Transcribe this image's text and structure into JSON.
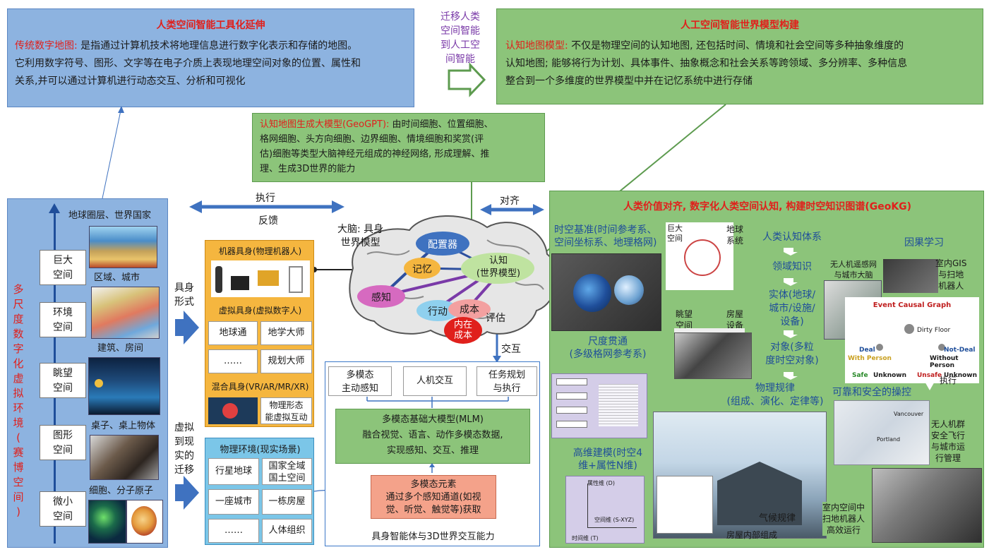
{
  "top_left": {
    "title": "人类空间智能工具化延伸",
    "term": "传统数字地图:",
    "line1": " 是指通过计算机技术将地理信息进行数字化表示和存储的地图。",
    "line2": "它利用数字符号、图形、文字等在电子介质上表现地理空间对象的位置、属性和",
    "line3": "关系,并可以通过计算机进行动态交互、分析和可视化"
  },
  "migration": {
    "line1": "迁移人类",
    "line2": "空间智能",
    "line3": "到人工空",
    "line4": "间智能"
  },
  "top_right": {
    "title": "人工空间智能世界模型构建",
    "term": "认知地图模型:",
    "line1": " 不仅是物理空间的认知地图, 还包括时间、情境和社会空间等多种抽象维度的",
    "line2": "认知地图; 能够将行为计划、具体事件、抽象概念和社会关系等跨领域、多分辨率、多种信息",
    "line3": "整合到一个多维度的世界模型中并在记忆系统中进行存储"
  },
  "geogpt": {
    "term": "认知地图生成大模型(GeoGPT):",
    "line1": " 由时间细胞、位置细胞、",
    "line2": "格网细胞、头方向细胞、边界细胞、情境细胞和奖赏(评",
    "line3": "估)细胞等类型大脑神经元组成的神经网络, 形成理解、推",
    "line4": "理、生成3D世界的能力"
  },
  "left_panel": {
    "side_title": [
      "多",
      "尺",
      "度",
      "数",
      "字",
      "化",
      "虚",
      "拟",
      "环",
      "境",
      "(",
      "赛",
      "博",
      "空",
      "间",
      ")"
    ],
    "top_label": "地球圈层、世界国家",
    "scales": [
      {
        "name1": "巨大",
        "name2": "空间",
        "label": "区域、城市"
      },
      {
        "name1": "环境",
        "name2": "空间",
        "label": "建筑、房间"
      },
      {
        "name1": "眺望",
        "name2": "空间",
        "label": "桌子、桌上物体"
      },
      {
        "name1": "图形",
        "name2": "空间",
        "label": "细胞、分子原子"
      },
      {
        "name1": "微小",
        "name2": "空间",
        "label": ""
      }
    ]
  },
  "arrows": {
    "execute": "执行",
    "feedback": "反馈",
    "embody1": "具身",
    "embody2": "形式",
    "virt1": "虚拟",
    "virt2": "到现",
    "virt3": "实的",
    "virt4": "迁移",
    "align": "对齐",
    "interact": "交互"
  },
  "embodiment": {
    "robot": "机器具身(物理机器人)",
    "virtual": "虚拟具身(虚拟数字人)",
    "cells": [
      "地球通",
      "地学大师",
      "……",
      "规划大师"
    ],
    "mixed": "混合具身(VR/AR/MR/XR)",
    "mixed_cell1": "物理形态",
    "mixed_cell2": "能虚拟互动"
  },
  "environment": {
    "title": "物理环境(现实场景)",
    "cells": [
      {
        "a": "行星地球",
        "b1": "国家全域",
        "b2": "国土空间"
      },
      {
        "a": "一座城市",
        "b1": "一栋房屋",
        "b2": ""
      },
      {
        "a": "……",
        "b1": "人体组织",
        "b2": ""
      }
    ]
  },
  "brain": {
    "caption1": "大脑: 具身",
    "caption2": "世界模型",
    "nodes": {
      "config": "配置器",
      "memory": "记忆",
      "cognition1": "认知",
      "cognition2": "(世界模型)",
      "perception": "感知",
      "action": "行动",
      "cost": "成本",
      "inner1": "内在",
      "inner2": "成本",
      "eval": "评估"
    }
  },
  "center": {
    "boxes": [
      {
        "l1": "多模态",
        "l2": "主动感知"
      },
      {
        "l1": "人机交互",
        "l2": ""
      },
      {
        "l1": "任务规划",
        "l2": "与执行"
      }
    ],
    "mlm_title": "多模态基础大模型(MLM)",
    "mlm_l1": "融合视觉、语言、动作多模态数据,",
    "mlm_l2": "实现感知、交互、推理",
    "elem_title": "多模态元素",
    "elem_l1": "通过多个感知通道(如视",
    "elem_l2": "觉、听觉、触觉等)获取",
    "footer": "具身智能体与3D世界交互能力"
  },
  "right_panel": {
    "title": "人类价值对齐, 数字化人类空间认知, 构建时空知识图谱(GeoKG)",
    "spacetime1": "时空基准(时间参考系、",
    "spacetime2": "空间坐标系、地理格网)",
    "giant1": "巨大",
    "giant2": "空间",
    "earth1": "地球",
    "earth2": "系统",
    "overlook1": "眺望",
    "overlook2": "空间",
    "house1": "房屋",
    "house2": "设备",
    "scale1": "尺度贯通",
    "scale2": "(多级格网参考系)",
    "hd1": "高维建模(时空4",
    "hd2": "维+属性N维)",
    "axis_attr": "属性维 (D)",
    "axis_space": "空间维 (S-XYZ)",
    "axis_time": "时间维 (T)",
    "cog_system": "人类认知体系",
    "domain": "领域知识",
    "entity1": "实体(地球/",
    "entity2": "城市/设施/",
    "entity3": "设备)",
    "object1": "对象(多粒",
    "object2": "度时空对象)",
    "law1": "物理规律",
    "law2": "(组成、演化、定律等)",
    "climate": "气候规律",
    "house_comp": "房屋内部组成",
    "uav1": "无人机遥感网",
    "uav2": "与城市大脑",
    "causal": "因果学习",
    "indoor1": "室内GIS",
    "indoor2": "与扫地",
    "indoor3": "机器人",
    "ecg": "Event Causal Graph",
    "dirty": "Dirty Floor",
    "deal1": "Deal",
    "deal2": "With Person",
    "notdeal1": "Not-Deal",
    "notdeal2": "Without Person",
    "safe": "Safe",
    "unknown": "Unknown",
    "unsafe": "Unsafe",
    "exec": "执行",
    "reliable": "可靠和安全的操控",
    "swarm1": "无人机群",
    "swarm2": "安全飞行",
    "swarm3": "与城市运",
    "swarm4": "行管理",
    "sweep1": "室内空间中",
    "sweep2": "扫地机器人",
    "sweep3": "高效运行",
    "map_city1": "Vancouver",
    "map_city2": "Portland"
  },
  "colors": {
    "blue_panel": "#8db3e0",
    "green_panel": "#8cc47a",
    "orange_panel": "#f5b63f",
    "cyan_panel": "#7bc6e8",
    "red_text": "#e0201c",
    "purple_text": "#7a3aa8",
    "arrow_blue": "#3f72c0"
  }
}
